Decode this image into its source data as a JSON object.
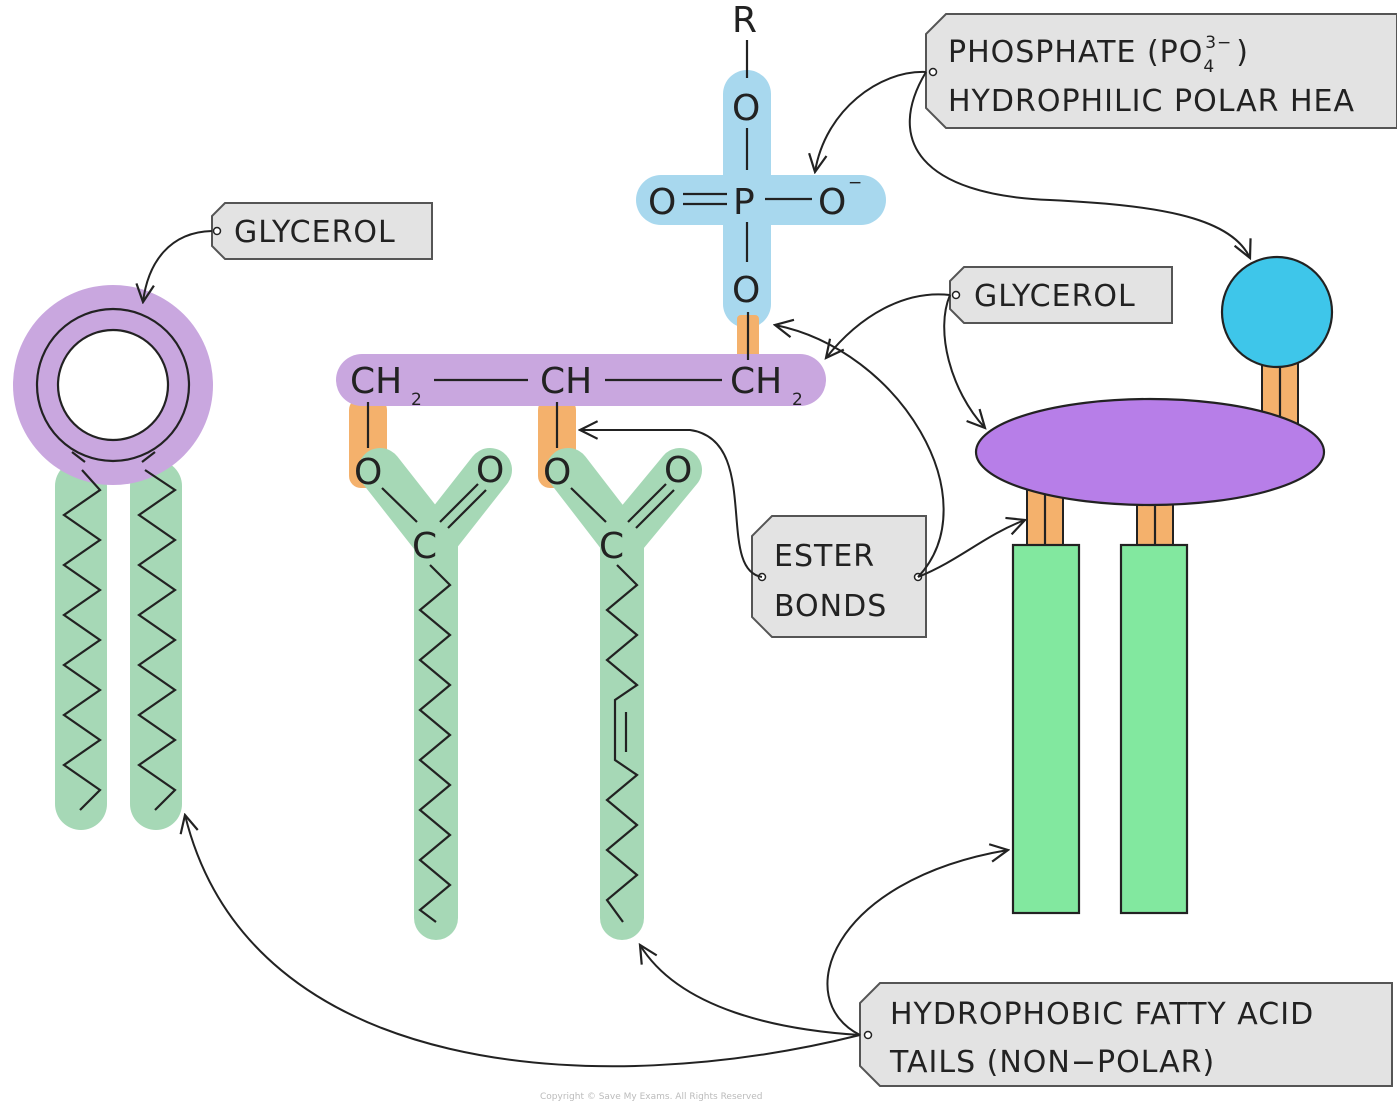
{
  "labels": {
    "phosphate_line1": "PHOSPHATE (PO",
    "phosphate_sub": "4",
    "phosphate_sup": "3−",
    "phosphate_close": ")",
    "phosphate_line2": "HYDROPHILIC POLAR HEA",
    "glycerol_left": "GLYCEROL",
    "glycerol_right": "GLYCEROL",
    "ester_line1": "ESTER",
    "ester_line2": "BONDS",
    "tails_line1": "HYDROPHOBIC FATTY ACID",
    "tails_line2": "TAILS (NON−POLAR)"
  },
  "chem": {
    "r_group": "R",
    "oxygen": "O",
    "phosphorus": "P",
    "o_minus_sup": "−",
    "ch2": "CH",
    "ch2_sub": "2",
    "ch": "CH",
    "carbon": "C"
  },
  "copyright": "Copyright © Save My Exams. All Rights Reserved",
  "colors": {
    "phosphate": "#a8d8ee",
    "phosphate_head": "#3ec6ea",
    "glycerol": "#c9a7df",
    "glycerol_head": "#b77ee8",
    "ester": "#f4b16c",
    "tail": "#a6d8b6",
    "tail_solid": "#82e89f"
  }
}
